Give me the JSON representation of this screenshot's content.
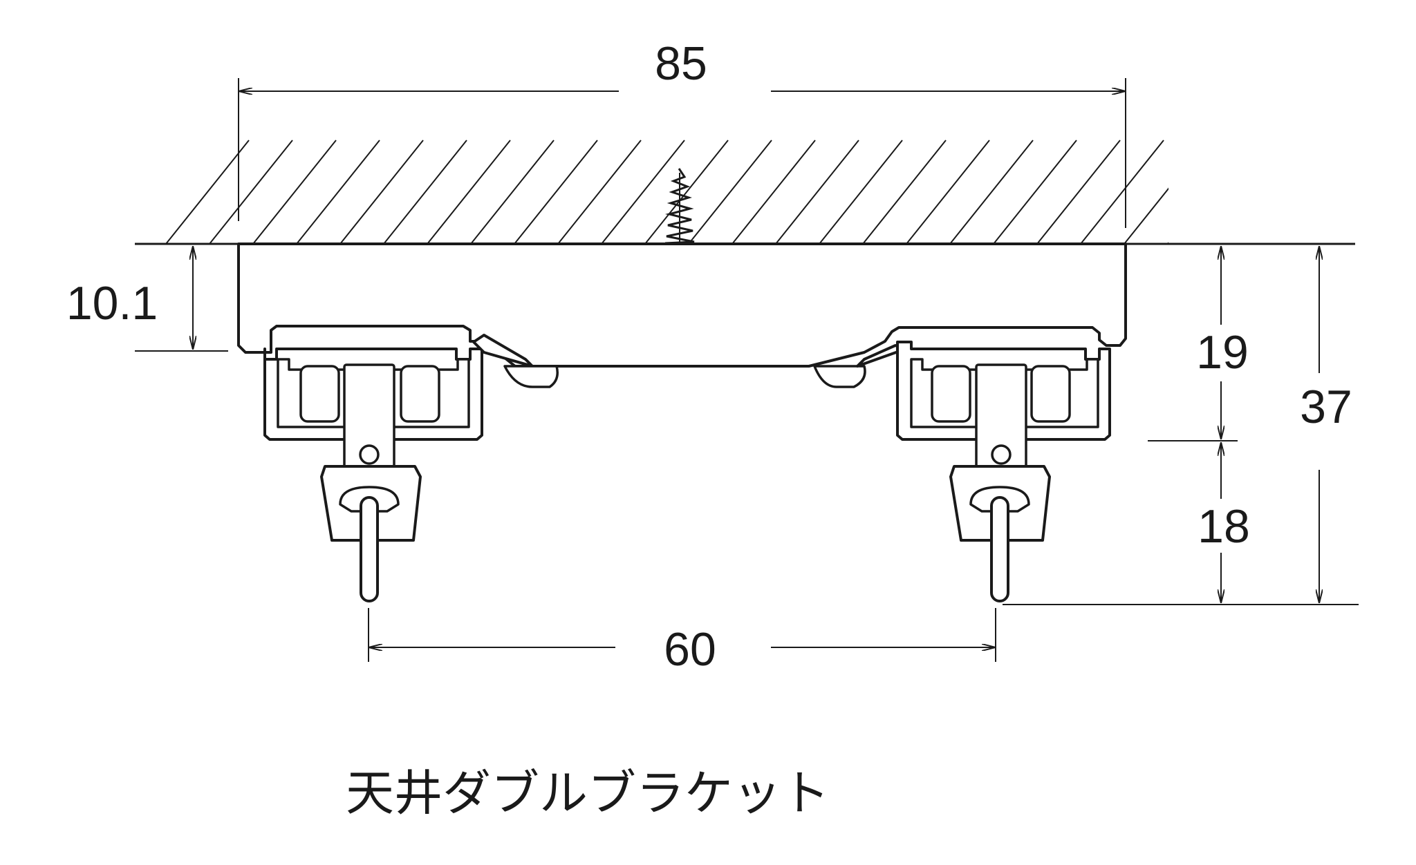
{
  "diagram": {
    "caption": "天井ダブルブラケット",
    "dimensions": {
      "overall_width": "85",
      "bracket_depth": "10.1",
      "rail_height": "19",
      "hook_drop": "18",
      "total_height": "37",
      "rail_spacing": "60"
    },
    "colors": {
      "line": "#1a1a1a",
      "background": "#ffffff"
    }
  }
}
